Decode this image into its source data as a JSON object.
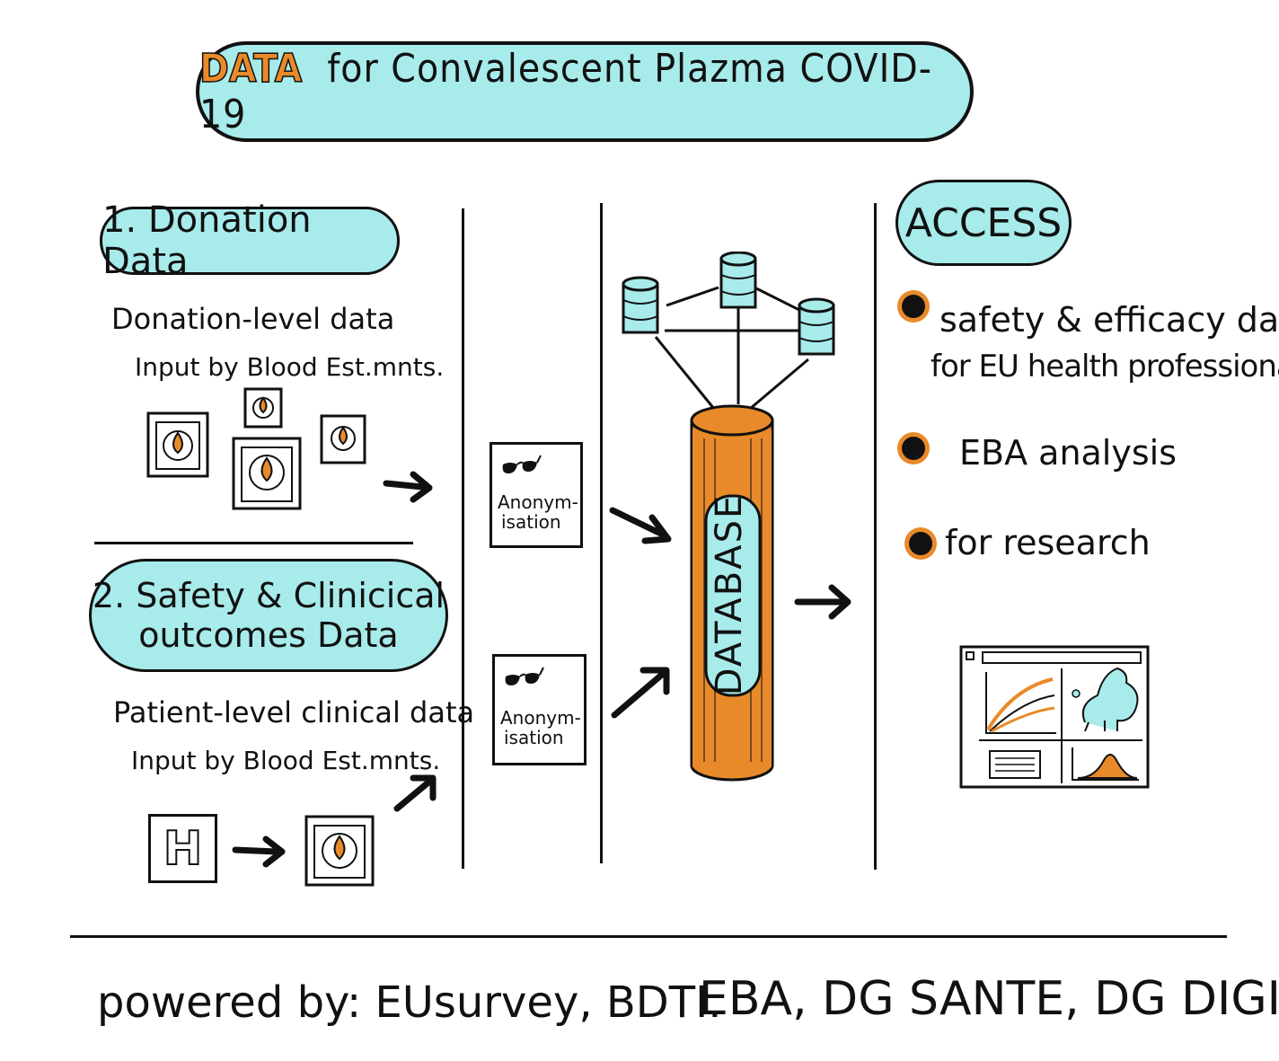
{
  "title": {
    "highlight": "DATA",
    "rest": "for Convalescent Plazma COVID-19"
  },
  "section1": {
    "title": "1. Donation Data",
    "line1": "Donation-level data",
    "line2": "Input by Blood Est.mnts."
  },
  "section2": {
    "title_line1": "2. Safety & Clinicical",
    "title_line2": "outcomes Data",
    "line1": "Patient-level clinical data",
    "line2": "Input by Blood Est.mnts.",
    "hospital_letter": "H"
  },
  "anonymisation": {
    "line1": "Anonym-",
    "line2": "isation"
  },
  "database": {
    "label": "DATABASE"
  },
  "access": {
    "title": "ACCESS",
    "items": [
      {
        "line1": "safety & efficacy data",
        "line2": "for EU health professionals"
      },
      {
        "line1": "EBA analysis"
      },
      {
        "line1": "for research"
      }
    ]
  },
  "footer": {
    "left": "powered by: EUsurvey, BDTI.",
    "right": "EBA, DG SANTE, DG DIGIT"
  },
  "colors": {
    "cyan": "#a8ebeb",
    "orange": "#e98a2a",
    "ink": "#111111"
  },
  "icons": [
    "blood-bag-icon",
    "glasses-icon",
    "database-icon",
    "hospital-icon",
    "dashboard-icon",
    "arrow-icon"
  ]
}
